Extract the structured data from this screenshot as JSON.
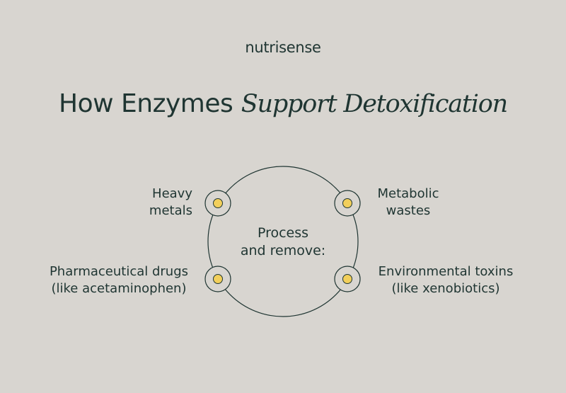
{
  "brand": "nutrisense",
  "title": {
    "prefix": "How Enzymes",
    "emphasis": "Support Detoxification"
  },
  "center": {
    "line1": "Process",
    "line2": "and remove:"
  },
  "items": [
    {
      "line1": "Heavy",
      "line2": "metals"
    },
    {
      "line1": "Metabolic",
      "line2": "wastes"
    },
    {
      "line1": "Pharmaceutical drugs",
      "line2": "(like acetaminophen)"
    },
    {
      "line1": "Environmental toxins",
      "line2": "(like xenobiotics)"
    }
  ],
  "colors": {
    "background": "#d8d5d0",
    "text": "#1f3532",
    "node_fill": "#f2cf5b"
  }
}
